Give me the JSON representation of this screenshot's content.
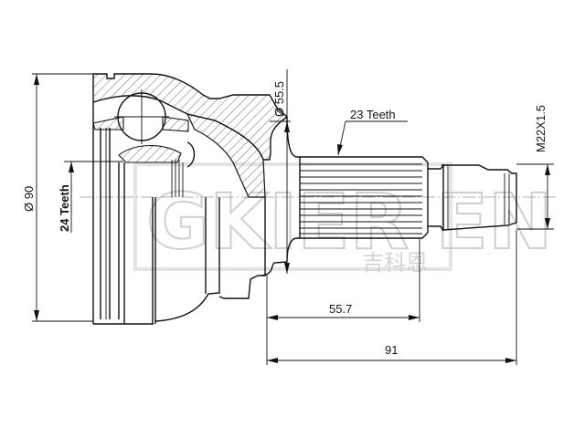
{
  "drawing": {
    "subject": "CV joint (outer constant velocity joint) technical drawing",
    "dimensions": {
      "outer_diameter": "Ø 90",
      "neck_diameter": "Ø 55.5",
      "inner_spline": "24 Teeth",
      "outer_spline": "23 Teeth",
      "thread": "M22X1.5",
      "length_to_spline_end": "55.7",
      "total_length": "91"
    },
    "watermark": {
      "latin": "GKIER EN",
      "chinese": "吉科恩"
    },
    "colors": {
      "line": "#111111",
      "hatch": "#444444",
      "watermark": "#cfcfcf",
      "background": "#ffffff"
    }
  }
}
